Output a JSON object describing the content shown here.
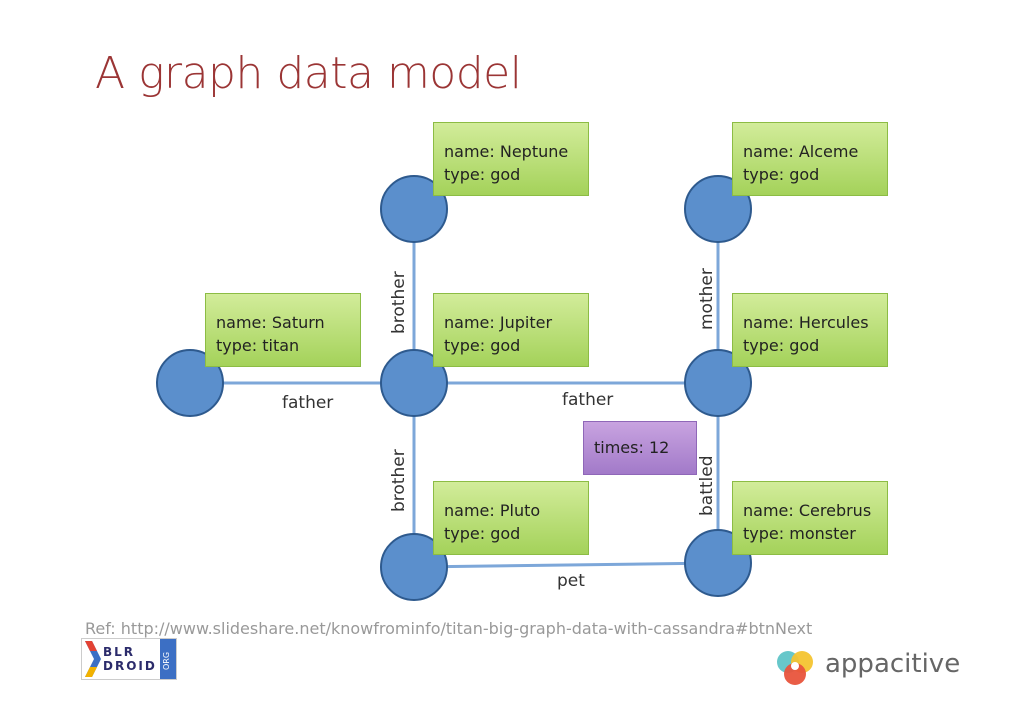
{
  "title": "A graph data model",
  "nodes": {
    "neptune": {
      "key1": "name:",
      "val1": "Neptune",
      "key2": "type:",
      "val2": "god"
    },
    "alceme": {
      "key1": "name:",
      "val1": "Alceme",
      "key2": "type:",
      "val2": "god"
    },
    "saturn": {
      "key1": "name:",
      "val1": "Saturn",
      "key2": "type:",
      "val2": "titan"
    },
    "jupiter": {
      "key1": "name:",
      "val1": "Jupiter",
      "key2": "type:",
      "val2": "god"
    },
    "hercules": {
      "key1": "name:",
      "val1": "Hercules",
      "key2": "type:",
      "val2": "god"
    },
    "pluto": {
      "key1": "name:",
      "val1": "Pluto",
      "key2": "type:",
      "val2": "god"
    },
    "cerebrus": {
      "key1": "name:",
      "val1": "Cerebrus",
      "key2": "type:",
      "val2": "monster"
    }
  },
  "edges": {
    "saturn_jupiter": "father",
    "jupiter_hercules": "father",
    "jupiter_neptune": "brother",
    "jupiter_pluto": "brother",
    "alceme_hercules": "mother",
    "hercules_cerebrus": "battled",
    "pluto_cerebrus": "pet"
  },
  "edge_property": {
    "key": "times:",
    "value": "12"
  },
  "reference": "Ref: http://www.slideshare.net/knowfrominfo/titan-big-graph-data-with-cassandra#btnNext",
  "logos": {
    "blrdroid_line1": "BLR",
    "blrdroid_line2": "DROID",
    "blrdroid_tag": "ORG",
    "appacitive": "appacitive"
  },
  "colors": {
    "title": "#9b3535",
    "vertex_fill": "#5b8fcc",
    "vertex_stroke": "#2e5a8e",
    "edge": "#7da7d9",
    "property_box": "#b6dc72",
    "edge_property_box": "#b48fd6"
  }
}
